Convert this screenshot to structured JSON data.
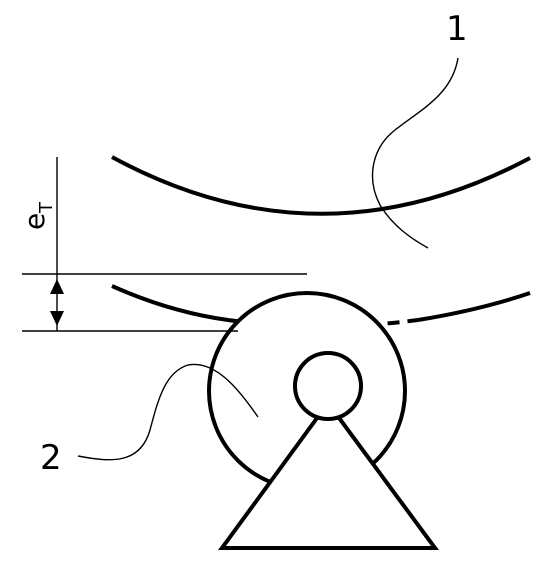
{
  "labels": {
    "part_1": "1",
    "part_2": "2",
    "dimension_main": "e",
    "dimension_sub": "T"
  },
  "colors": {
    "stroke": "#000000",
    "background": "#ffffff"
  }
}
